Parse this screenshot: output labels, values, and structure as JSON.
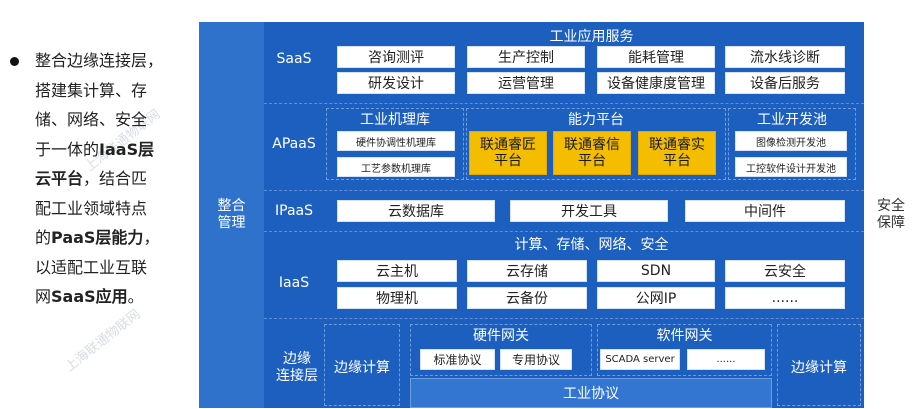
{
  "bullet": {
    "lines": [
      {
        "parts": [
          {
            "t": "整合边缘连接层，",
            "b": false
          }
        ]
      },
      {
        "parts": [
          {
            "t": "搭建集计算、存",
            "b": false
          }
        ]
      },
      {
        "parts": [
          {
            "t": "储、网络、安全",
            "b": false
          }
        ]
      },
      {
        "parts": [
          {
            "t": "于一体的",
            "b": false
          },
          {
            "t": "IaaS层",
            "b": true
          }
        ]
      },
      {
        "parts": [
          {
            "t": "云平台",
            "b": true
          },
          {
            "t": "，结合匹",
            "b": false
          }
        ]
      },
      {
        "parts": [
          {
            "t": "配工业领域特点",
            "b": false
          }
        ]
      },
      {
        "parts": [
          {
            "t": "的",
            "b": false
          },
          {
            "t": "PaaS层能力",
            "b": true
          },
          {
            "t": "，",
            "b": false
          }
        ]
      },
      {
        "parts": [
          {
            "t": "以适配工业互联",
            "b": false
          }
        ]
      },
      {
        "parts": [
          {
            "t": "网",
            "b": false
          },
          {
            "t": "SaaS应用",
            "b": true
          },
          {
            "t": "。",
            "b": false
          }
        ]
      }
    ]
  },
  "left_column": "整合\n管理",
  "right_column": "安全\n保障",
  "layers": {
    "saas": {
      "label": "SaaS",
      "title": "工业应用服务",
      "items": [
        "咨询测评",
        "生产控制",
        "能耗管理",
        "流水线诊断",
        "研发设计",
        "运营管理",
        "设备健康度管理",
        "设备后服务"
      ]
    },
    "apaas": {
      "label": "APaaS",
      "mechanism_title": "工业机理库",
      "mechanism_items": [
        "硬件协调性机理库",
        "工艺参数机理库"
      ],
      "capability_title": "能力平台",
      "capability_items": [
        "联通睿匠\n平台",
        "联通睿信\n平台",
        "联通睿实\n平台"
      ],
      "devpool_title": "工业开发池",
      "devpool_items": [
        "图像检测开发池",
        "工控软件设计开发池"
      ]
    },
    "ipaas": {
      "label": "IPaaS",
      "items": [
        "云数据库",
        "开发工具",
        "中间件"
      ]
    },
    "iaas": {
      "label": "IaaS",
      "title": "计算、存储、网络、安全",
      "items": [
        "云主机",
        "云存储",
        "SDN",
        "云安全",
        "物理机",
        "云备份",
        "公网IP",
        "......"
      ]
    },
    "edge": {
      "label": "边缘\n连接层",
      "left_compute": "边缘计算",
      "right_compute": "边缘计算",
      "hw_gateway_title": "硬件网关",
      "hw_gateway_items": [
        "标准协议",
        "专用协议"
      ],
      "sw_gateway_title": "软件网关",
      "sw_gateway_items": [
        "SCADA server",
        "......"
      ],
      "industrial_protocol": "工业协议"
    }
  },
  "watermark": "上海联通物联网"
}
